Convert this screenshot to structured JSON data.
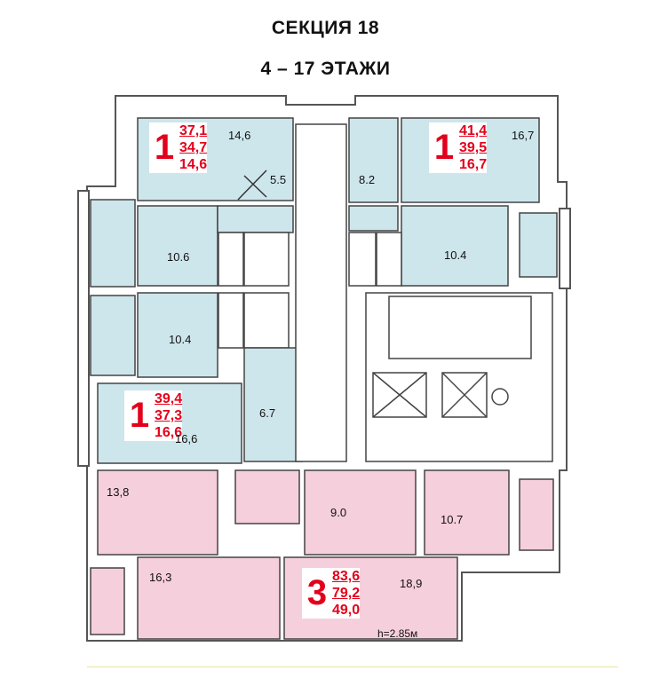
{
  "header": {
    "section": "СЕКЦИЯ 18",
    "floors": "4 – 17 ЭТАЖИ"
  },
  "colors": {
    "one_room": "#cde6ec",
    "three_room": "#f6cfdc",
    "accent_red": "#e3001b",
    "wall": "#555555"
  },
  "apartments": [
    {
      "rooms": "1",
      "total": "37,1",
      "living_total": "34,7",
      "living": "14,6"
    },
    {
      "rooms": "1",
      "total": "41,4",
      "living_total": "39,5",
      "living": "16,7"
    },
    {
      "rooms": "1",
      "total": "39,4",
      "living_total": "37,3",
      "living": "16,6"
    },
    {
      "rooms": "3",
      "total": "83,6",
      "living_total": "79,2",
      "living": "49,0"
    }
  ],
  "room_areas": {
    "a1_room": "14,6",
    "a1_corner": "5.5",
    "a1_kitchen": "10.6",
    "a2_room": "16,7",
    "a2_hall": "8.2",
    "a2_kitchen": "10.4",
    "a3_kitchen": "10.4",
    "a3_hall": "6.7",
    "a3_room": "16,6",
    "a4_r1": "13,8",
    "a4_hall": "9.0",
    "a4_kitchen": "10.7",
    "a4_r2": "16,3",
    "a4_r3": "18,9"
  },
  "ceiling_height": "h=2.85м"
}
